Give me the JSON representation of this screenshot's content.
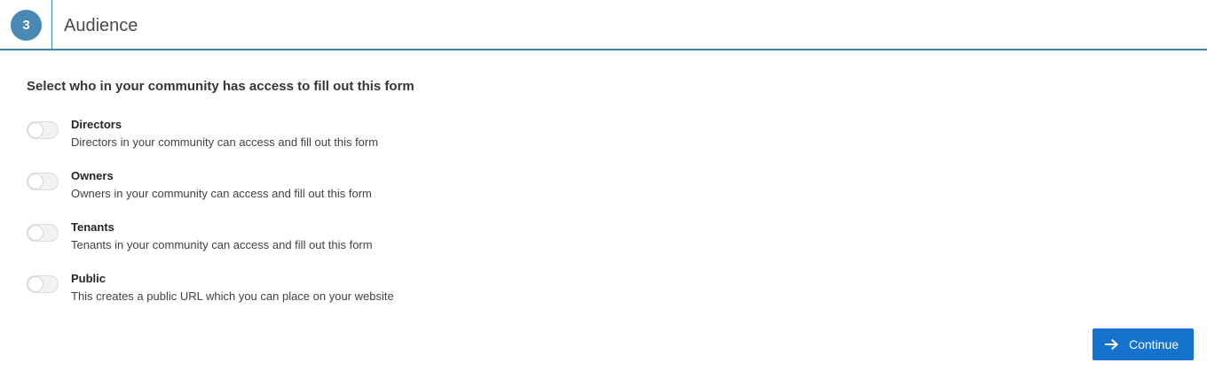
{
  "header": {
    "step_number": "3",
    "title": "Audience",
    "badge_color": "#4a89b4",
    "border_color": "#3f80ac"
  },
  "main": {
    "heading": "Select who in your community has access to fill out this form",
    "options": [
      {
        "label": "Directors",
        "description": "Directors in your community can access and fill out this form",
        "state": "off"
      },
      {
        "label": "Owners",
        "description": "Owners in your community can access and fill out this form",
        "state": "off"
      },
      {
        "label": "Tenants",
        "description": "Tenants in your community can access and fill out this form",
        "state": "off"
      },
      {
        "label": "Public",
        "description": "This creates a public URL which you can place on your website",
        "state": "off"
      }
    ]
  },
  "footer": {
    "continue_label": "Continue",
    "continue_icon": "arrow-right-icon",
    "continue_color": "#1573ce"
  }
}
